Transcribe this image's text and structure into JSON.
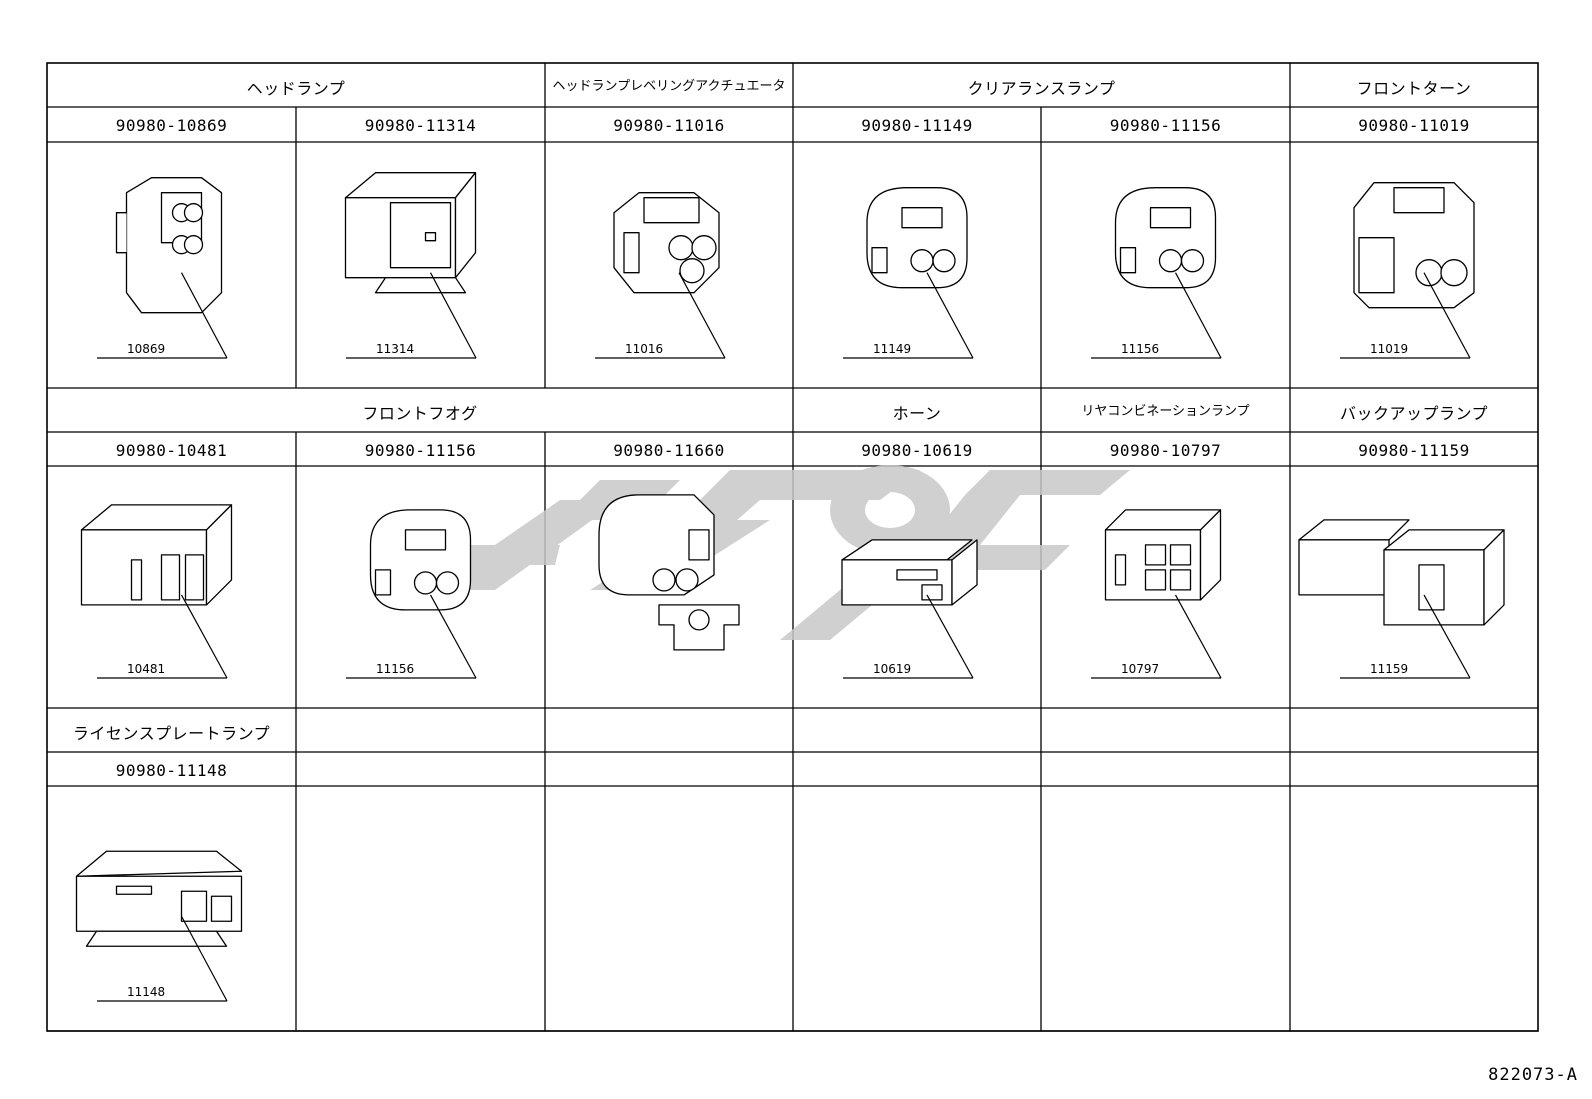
{
  "rows": [
    {
      "groups": [
        {
          "label": "ヘッドランプ",
          "span": 2
        },
        {
          "label": "ヘッドランプレベリングアクチュエータ",
          "span": 1
        },
        {
          "label": "クリアランスランプ",
          "span": 2
        },
        {
          "label": "フロントターン",
          "span": 1
        }
      ],
      "cells": [
        {
          "part": "90980-10869",
          "callout": "10869",
          "icon": "connector-4pin-icon"
        },
        {
          "part": "90980-11314",
          "callout": "11314",
          "icon": "connector-housing-icon"
        },
        {
          "part": "90980-11016",
          "callout": "11016",
          "icon": "connector-3pin-icon"
        },
        {
          "part": "90980-11149",
          "callout": "11149",
          "icon": "connector-2pin-icon"
        },
        {
          "part": "90980-11156",
          "callout": "11156",
          "icon": "connector-2pin-icon"
        },
        {
          "part": "90980-11019",
          "callout": "11019",
          "icon": "connector-2pin-box-icon"
        }
      ]
    },
    {
      "groups": [
        {
          "label": "フロントフオグ",
          "span": 3
        },
        {
          "label": "ホーン",
          "span": 1
        },
        {
          "label": "リヤコンビネーションランプ",
          "span": 1
        },
        {
          "label": "バックアップランプ",
          "span": 1
        }
      ],
      "cells": [
        {
          "part": "90980-10481",
          "callout": "10481",
          "icon": "connector-flat-icon"
        },
        {
          "part": "90980-11156",
          "callout": "11156",
          "icon": "connector-2pin-icon"
        },
        {
          "part": "90980-11660",
          "callout": "",
          "icon": "connector-3pin-bracket-icon"
        },
        {
          "part": "90980-10619",
          "callout": "10619",
          "icon": "connector-slim-icon"
        },
        {
          "part": "90980-10797",
          "callout": "10797",
          "icon": "connector-multi-icon"
        },
        {
          "part": "90980-11159",
          "callout": "11159",
          "icon": "connector-inline-icon"
        }
      ]
    },
    {
      "groups": [
        {
          "label": "ライセンスプレートランプ",
          "span": 1
        },
        {
          "label": "",
          "span": 1
        },
        {
          "label": "",
          "span": 1
        },
        {
          "label": "",
          "span": 1
        },
        {
          "label": "",
          "span": 1
        },
        {
          "label": "",
          "span": 1
        }
      ],
      "cells": [
        {
          "part": "90980-11148",
          "callout": "11148",
          "icon": "connector-socket-icon"
        },
        {
          "part": "",
          "callout": "",
          "icon": ""
        },
        {
          "part": "",
          "callout": "",
          "icon": ""
        },
        {
          "part": "",
          "callout": "",
          "icon": ""
        },
        {
          "part": "",
          "callout": "",
          "icon": ""
        },
        {
          "part": "",
          "callout": "",
          "icon": ""
        }
      ]
    }
  ],
  "figure_code": "822073-A",
  "colors": {
    "line": "#000000",
    "watermark": "#c8c8c8"
  }
}
